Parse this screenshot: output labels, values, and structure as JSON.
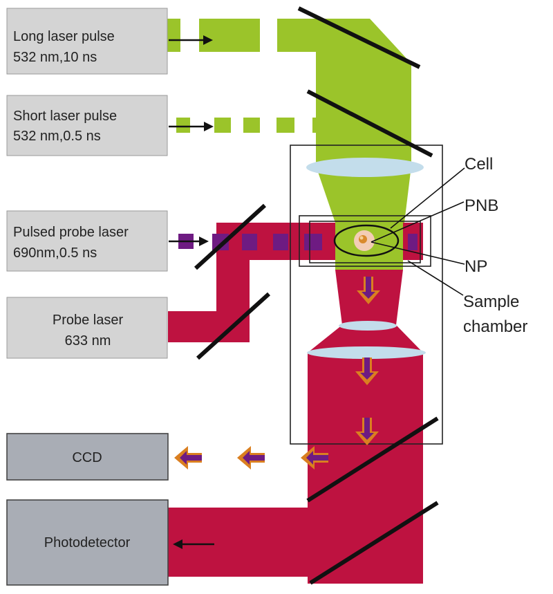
{
  "colors": {
    "green_beam": "#9BC42A",
    "red_beam": "#BE1240",
    "purple_pulse": "#6E1B82",
    "orange_arrow": "#DA7F20",
    "lens": "#C3DDEB",
    "box_light": "#D4D4D4",
    "box_dark": "#A9ADB5"
  },
  "sources": {
    "long_pulse": {
      "line1": "Long laser pulse",
      "line2": "532 nm,10 ns"
    },
    "short_pulse": {
      "line1": "Short laser pulse",
      "line2": "532 nm,0.5 ns"
    },
    "pulsed_probe": {
      "line1": "Pulsed probe laser",
      "line2": "690nm,0.5 ns"
    },
    "probe": {
      "line1": "Probe laser",
      "line2": "633 nm"
    }
  },
  "detectors": {
    "ccd": {
      "label": "CCD"
    },
    "photodetector": {
      "label": "Photodetector"
    }
  },
  "callouts": {
    "cell": "Cell",
    "pnb": "PNB",
    "np": "NP",
    "sample_chamber_line1": "Sample",
    "sample_chamber_line2": "chamber"
  }
}
